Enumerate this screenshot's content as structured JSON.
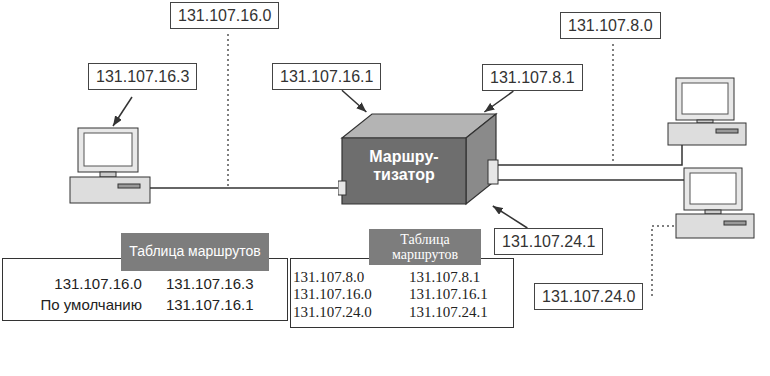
{
  "diagram": {
    "nodes": [
      {
        "text": [
          "131.107.16.0"
        ]
      },
      {
        "text": [
          "131.107.8.0"
        ]
      },
      {
        "text": [
          "131.107.16.3"
        ]
      },
      {
        "text": [
          "131.107.16.1"
        ]
      },
      {
        "text": [
          "131.107.8.1"
        ]
      },
      {
        "text": [
          "Маршру- тизатор"
        ]
      },
      {
        "text": [
          "131.107.24.1"
        ]
      },
      {
        "text": [
          "Таблица маршрутов",
          "131.107.16.0",
          "131.107.16.3",
          "По умолчанию",
          "131.107.16.1"
        ]
      },
      {
        "text": [
          "Таблица маршрутов",
          "131.107.8.0",
          "131.107.8.1",
          "131.107.16.0",
          "131.107.16.1",
          "131.107.24.0",
          "131.107.24.1"
        ]
      },
      {
        "text": [
          "131.107.24.0"
        ]
      }
    ],
    "edges": [
      {
        "from": 3,
        "to": 5,
        "arrow": "to"
      },
      {
        "from": 4,
        "to": 5,
        "arrow": "to"
      },
      {
        "from": 6,
        "to": 5,
        "arrow": "to"
      }
    ]
  }
}
